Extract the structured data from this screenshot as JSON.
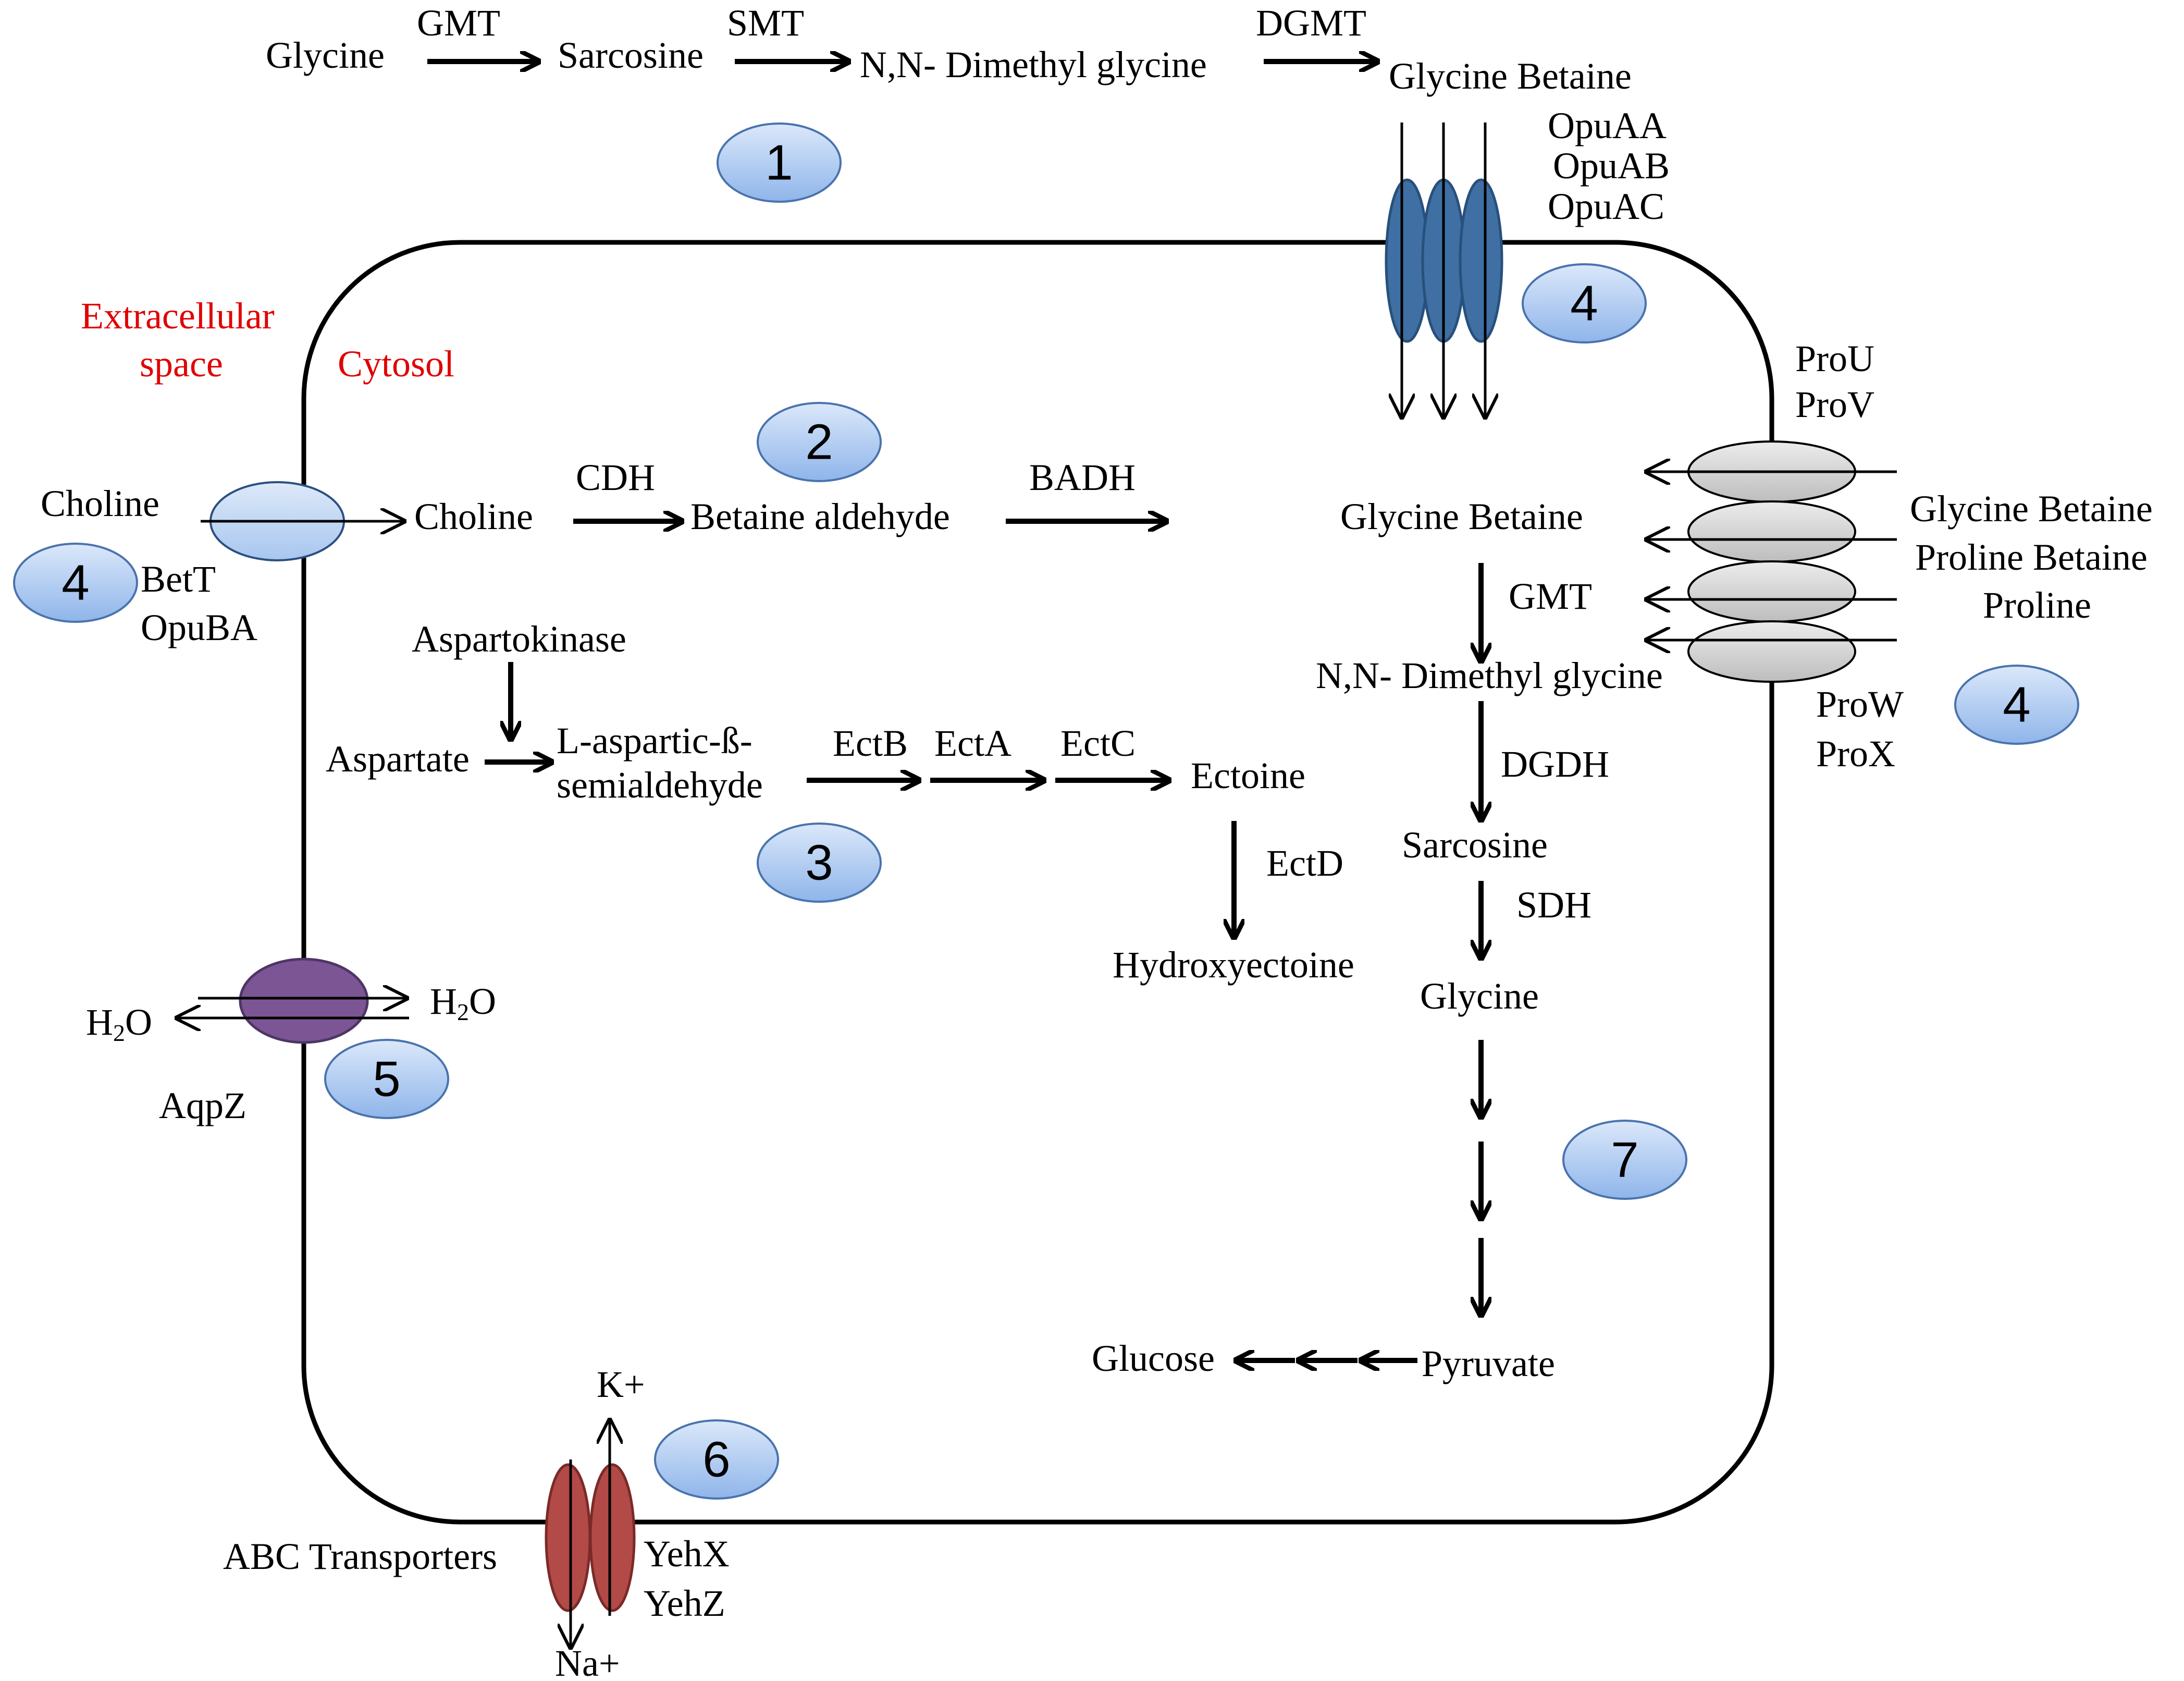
{
  "top_pathway": {
    "glycine": "Glycine",
    "gmt": "GMT",
    "sarcosine": "Sarcosine",
    "smt": "SMT",
    "dmg": "N,N- Dimethyl glycine",
    "dgmt": "DGMT",
    "glycine_betaine": "Glycine Betaine"
  },
  "regions": {
    "extracellular_line1": "Extracellular",
    "extracellular_line2": "space",
    "cytosol": "Cytosol"
  },
  "badges": [
    "1",
    "2",
    "3",
    "4",
    "4",
    "4",
    "5",
    "6",
    "7"
  ],
  "opu_transporter": {
    "a": "OpuAA",
    "b": "OpuAB",
    "c": "OpuAC"
  },
  "pro_transporter": {
    "top1": "ProU",
    "top2": "ProV",
    "bottom1": "ProW",
    "bottom2": "ProX",
    "sub1": "Glycine Betaine",
    "sub2": "Proline Betaine",
    "sub3": "Proline"
  },
  "choline_pathway": {
    "choline_out": "Choline",
    "transporter1": "BetT",
    "transporter2": "OpuBA",
    "choline_in": "Choline",
    "cdh": "CDH",
    "betaine_aldehyde": "Betaine aldehyde",
    "badh": "BADH"
  },
  "ectoine_pathway": {
    "aspartokinase": "Aspartokinase",
    "aspartate": "Aspartate",
    "lasa_line1": "L-aspartic-ß-",
    "lasa_line2": "semialdehyde",
    "ectb": "EctB",
    "ecta": "EctA",
    "ectc": "EctC",
    "ectoine": "Ectoine",
    "ectd": "EctD",
    "hydroxyectoine": "Hydroxyectoine"
  },
  "degradation": {
    "glycine_betaine": "Glycine Betaine",
    "gmt": "GMT",
    "dmg": "N,N- Dimethyl glycine",
    "dgdh": "DGDH",
    "sarcosine": "Sarcosine",
    "sdh": "SDH",
    "glycine": "Glycine",
    "pyruvate": "Pyruvate",
    "glucose": "Glucose"
  },
  "water": {
    "h_out": "H",
    "sub_out": "2",
    "o_out": "O",
    "h_in": "H",
    "sub_in": "2",
    "o_in": "O",
    "aquaporin": "AqpZ"
  },
  "ions": {
    "k": "K+",
    "na": "Na+",
    "abc": "ABC Transporters",
    "yehx": "YehX",
    "yehz": "YehZ"
  },
  "colors": {
    "badge_fill": "#a9c9f1",
    "opu_fill": "#3f6fa3",
    "pro_fill": "#d4d4d4",
    "betT_fill": "#bcd5f5",
    "aqpz_fill": "#7c5594",
    "abc_fill": "#b24a47",
    "region_label": "#e00000"
  }
}
